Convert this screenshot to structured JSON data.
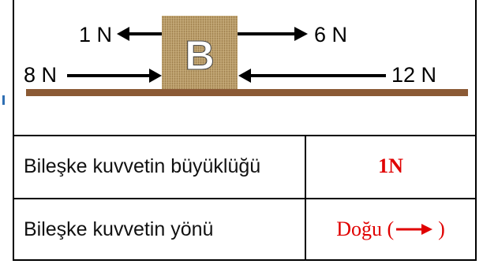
{
  "diagram": {
    "block_label": "B",
    "forces": {
      "left_top": "1 N",
      "right_top": "6 N",
      "left_bottom": "8 N",
      "right_bottom": "12 N"
    }
  },
  "table": {
    "rows": [
      {
        "label": "Bileşke kuvvetin büyüklüğü",
        "value": "1N"
      },
      {
        "label": "Bileşke kuvvetin yönü",
        "value_text": "Doğu (",
        "value_close": ")"
      }
    ]
  },
  "colors": {
    "answer": "#e00000",
    "ground": "#8b5a35",
    "block": "#b79a63"
  }
}
